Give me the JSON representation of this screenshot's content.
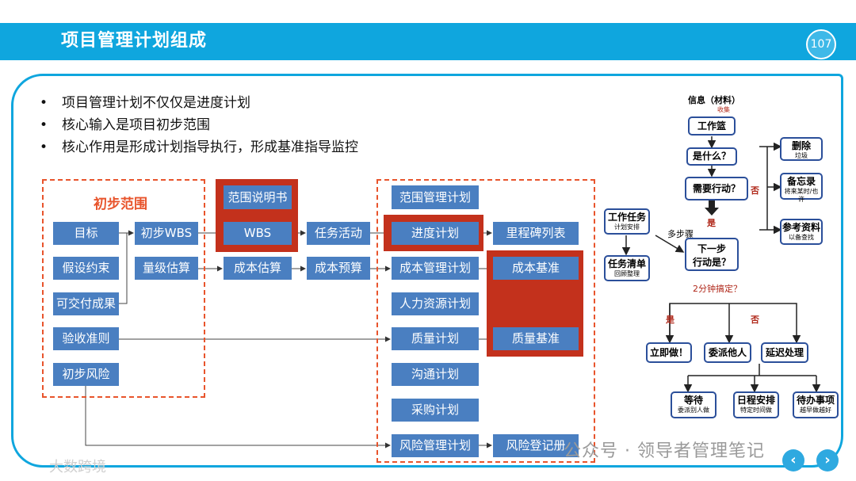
{
  "header": {
    "title": "项目管理计划组成",
    "page_number": "107"
  },
  "bullets": [
    "项目管理计划不仅仅是进度计划",
    "核心输入是项目初步范围",
    "核心作用是形成计划指导执行，形成基准指导监控"
  ],
  "left_group": {
    "title": "初步范围",
    "items": [
      "目标",
      "假设约束",
      "可交付成果",
      "验收准则",
      "初步风险"
    ]
  },
  "mid": {
    "wbs_init": "初步WBS",
    "scale_est": "量级估算",
    "scope_stmt": "范围说明书",
    "wbs": "WBS",
    "cost_est": "成本估算",
    "task_act": "任务活动",
    "cost_budget": "成本预算"
  },
  "right_group": {
    "plans": [
      "范围管理计划",
      "进度计划",
      "成本管理计划",
      "人力资源计划",
      "质量计划",
      "沟通计划",
      "采购计划",
      "风险管理计划"
    ],
    "outputs": {
      "milestone": "里程碑列表",
      "cost_base": "成本基准",
      "quality_base": "质量基准",
      "risk_reg": "风险登记册"
    }
  },
  "flow": {
    "info": "信息（材料）",
    "collect": "收集",
    "inbox": "工作篮",
    "what": "是什么？",
    "need_action": "需要行动？",
    "no": "否",
    "yes": "是",
    "delete": {
      "main": "删除",
      "sub": "垃圾"
    },
    "memo": {
      "main": "备忘录",
      "sub": "将来某时/也许"
    },
    "ref": {
      "main": "参考资料",
      "sub": "以备查找"
    },
    "work_task": {
      "main": "工作任务",
      "sub": "计划安排"
    },
    "task_list": {
      "main": "任务清单",
      "sub": "回顾整理"
    },
    "multi_step": "多步骤",
    "next_step_l1": "下一步",
    "next_step_l2": "行动是？",
    "two_min": "2分钟搞定？",
    "do_now": "立即做！",
    "delegate": "委派他人",
    "defer": "延迟处理",
    "wait": {
      "main": "等待",
      "sub": "委派别人做"
    },
    "schedule": {
      "main": "日程安排",
      "sub": "特定时间做"
    },
    "todo": {
      "main": "待办事项",
      "sub": "越早做越好"
    }
  },
  "watermark": {
    "text": "公众号 · 领导者管理笔记",
    "logo": "大数跨境"
  },
  "colors": {
    "header": "#0fa6de",
    "block": "#4a7fc1",
    "accent_red": "#c3311c",
    "dash": "#e8542c"
  }
}
